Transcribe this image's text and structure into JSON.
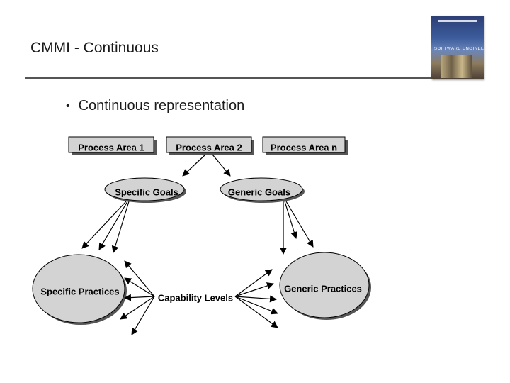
{
  "slide": {
    "title": "CMMI - Continuous",
    "bullet": "Continuous representation",
    "book_cover_title": "SOFTWARE ENGINEERING"
  },
  "diagram": {
    "process_areas": [
      "Process Area 1",
      "Process Area 2",
      "Process Area n"
    ],
    "goals": {
      "specific": "Specific Goals",
      "generic": "Generic Goals"
    },
    "practices": {
      "specific": "Specific Practices",
      "generic": "Generic Practices"
    },
    "capability": "Capability Levels"
  },
  "colors": {
    "box_fill": "#d3d3d3",
    "shadow": "#555555",
    "stroke": "#000000"
  }
}
